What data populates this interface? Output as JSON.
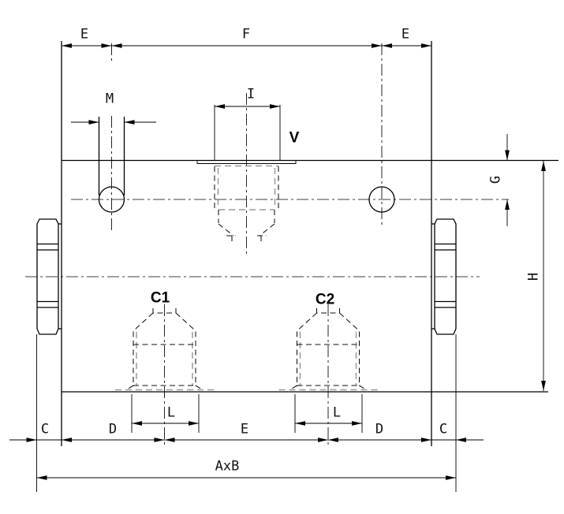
{
  "drawing": {
    "type": "technical-dimension-drawing",
    "subject": "manifold block front view with ported cavities and hex plug fittings",
    "background_color": "#ffffff",
    "line_color": "#000000",
    "hidden_line_color": "#9a9a9a",
    "ports": {
      "v": "V",
      "c1": "C1",
      "c2": "C2"
    },
    "dims": {
      "e_top_left": "E",
      "f": "F",
      "e_top_right": "E",
      "m": "M",
      "i": "I",
      "g": "G",
      "h": "H",
      "c_left": "C",
      "d_left": "D",
      "e_bottom": "E",
      "d_right": "D",
      "c_right": "C",
      "l_left": "L",
      "l_right": "L",
      "axb": "AxB"
    }
  }
}
